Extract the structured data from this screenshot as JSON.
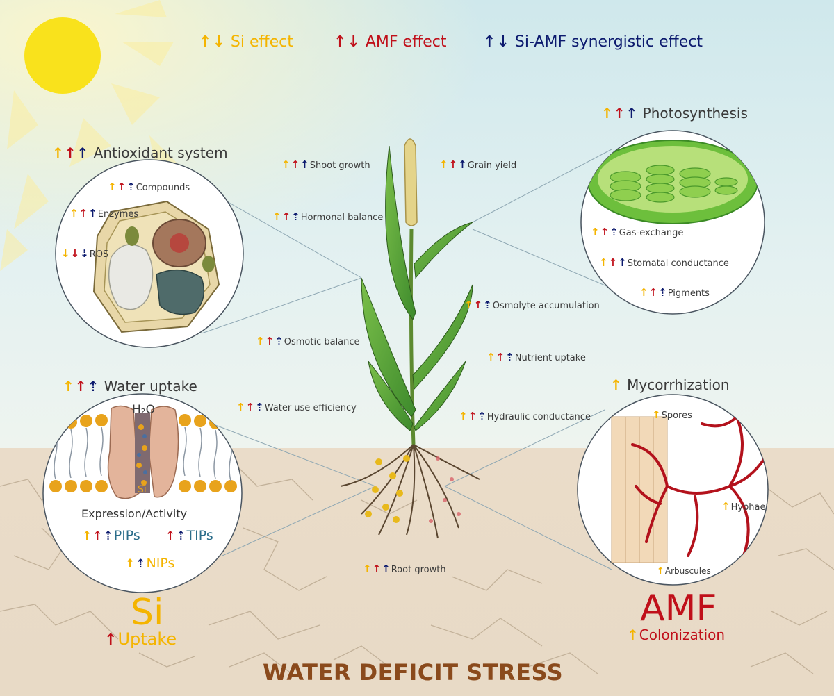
{
  "legend": {
    "si": "Si effect",
    "amf": "AMF effect",
    "syn": "Si-AMF synergistic effect"
  },
  "title": "WATER DEFICIT STRESS",
  "antioxidant": {
    "heading": "Antioxidant system",
    "compounds": "Compounds",
    "enzymes": "Enzymes",
    "ros": "ROS"
  },
  "photosynthesis": {
    "heading": "Photosynthesis",
    "gas": "Gas-exchange",
    "stomatal": "Stomatal conductance",
    "pigments": "Pigments"
  },
  "water": {
    "heading": "Water uptake",
    "h2o": "H₂O",
    "si_label": "Si",
    "expr": "Expression/Activity",
    "pips": "PIPs",
    "tips": "TIPs",
    "nips": "NIPs"
  },
  "myco": {
    "heading": "Mycorrhization",
    "spores": "Spores",
    "hyphae": "Hyphae",
    "arbuscules": "Arbuscules"
  },
  "plant": {
    "shoot": "Shoot growth",
    "grain": "Grain yield",
    "hormonal": "Hormonal balance",
    "osmolyte": "Osmolyte accumulation",
    "osmotic": "Osmotic balance",
    "nutrient": "Nutrient uptake",
    "wue": "Water use efficiency",
    "hydraulic": "Hydraulic conductance",
    "root": "Root growth"
  },
  "si_corner": {
    "big": "Si",
    "sub": "Uptake"
  },
  "amf_corner": {
    "big": "AMF",
    "sub": "Colonization"
  },
  "colors": {
    "si": "#f4b400",
    "amf": "#c0101a",
    "syn": "#0c1a6e",
    "title": "#8a4a1c"
  }
}
